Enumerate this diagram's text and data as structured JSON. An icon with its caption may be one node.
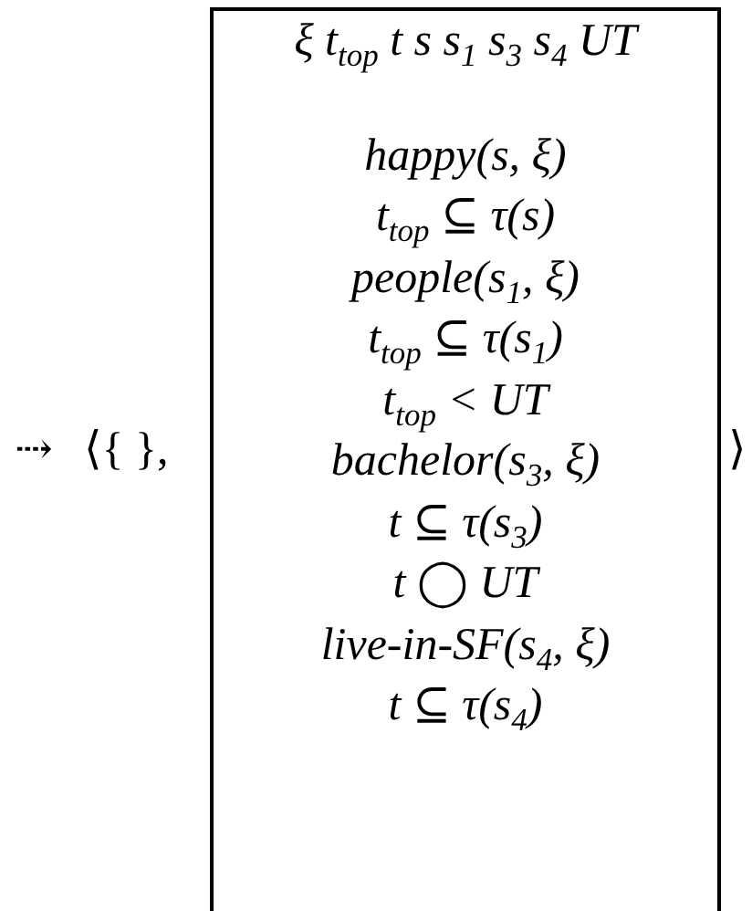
{
  "diagram": {
    "nodes": [
      {
        "text": [
          "ξ t$_{top}$ t s s$_{1}$ s$_{3}$ s$_{4}$ UT",
          "happy(s, ξ)",
          "t$_{top}$ ⊆ τ(s)",
          "people(s$_{1}$, ξ)",
          "t$_{top}$ ⊆ τ(s$_{1}$)",
          "t$_{top}$ < UT",
          "bachelor(s$_{3}$, ξ)",
          "t ⊆ τ(s$_{3}$)",
          "t ◯ UT",
          "live-in-SF(s$_{4}$, ξ)",
          "t ⊆ τ(s$_{4}$)"
        ]
      }
    ],
    "edges": [],
    "labels": [
      "⇢",
      "⟨{ },",
      "⟩"
    ]
  }
}
